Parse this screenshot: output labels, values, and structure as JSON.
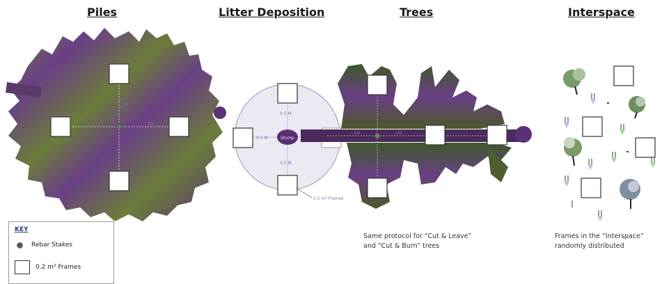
{
  "headings": {
    "piles": "Piles",
    "litter": "Litter Deposition",
    "trees": "Trees",
    "interspace": "Interspace"
  },
  "litter_labels": {
    "center": "Stump",
    "top": "0.5 M",
    "bottom": "0.5 M",
    "left": "0.5 M",
    "frames": "0.2 m² Frames"
  },
  "pile_labels": {
    "top": "1M",
    "right": "1M"
  },
  "tree_labels": {
    "left": "2M",
    "right": "1M"
  },
  "key": {
    "title": "KEY",
    "rebar": "Rebar Stakes",
    "frames": "0.2 m² Frames"
  },
  "captions": {
    "trees_line1": "Same protocol for “Cut & Leave”",
    "trees_line2": "and “Cut & Burn” trees",
    "interspace_line1": "Frames in the “Interspace”",
    "interspace_line2": "randomly distributed"
  },
  "colors": {
    "pile_purple": "#6a3f86",
    "pile_green": "#6b7d3a",
    "circle_fill": "#ece9f3",
    "circle_stroke": "#b8aed0",
    "stump": "#5a2e73"
  }
}
